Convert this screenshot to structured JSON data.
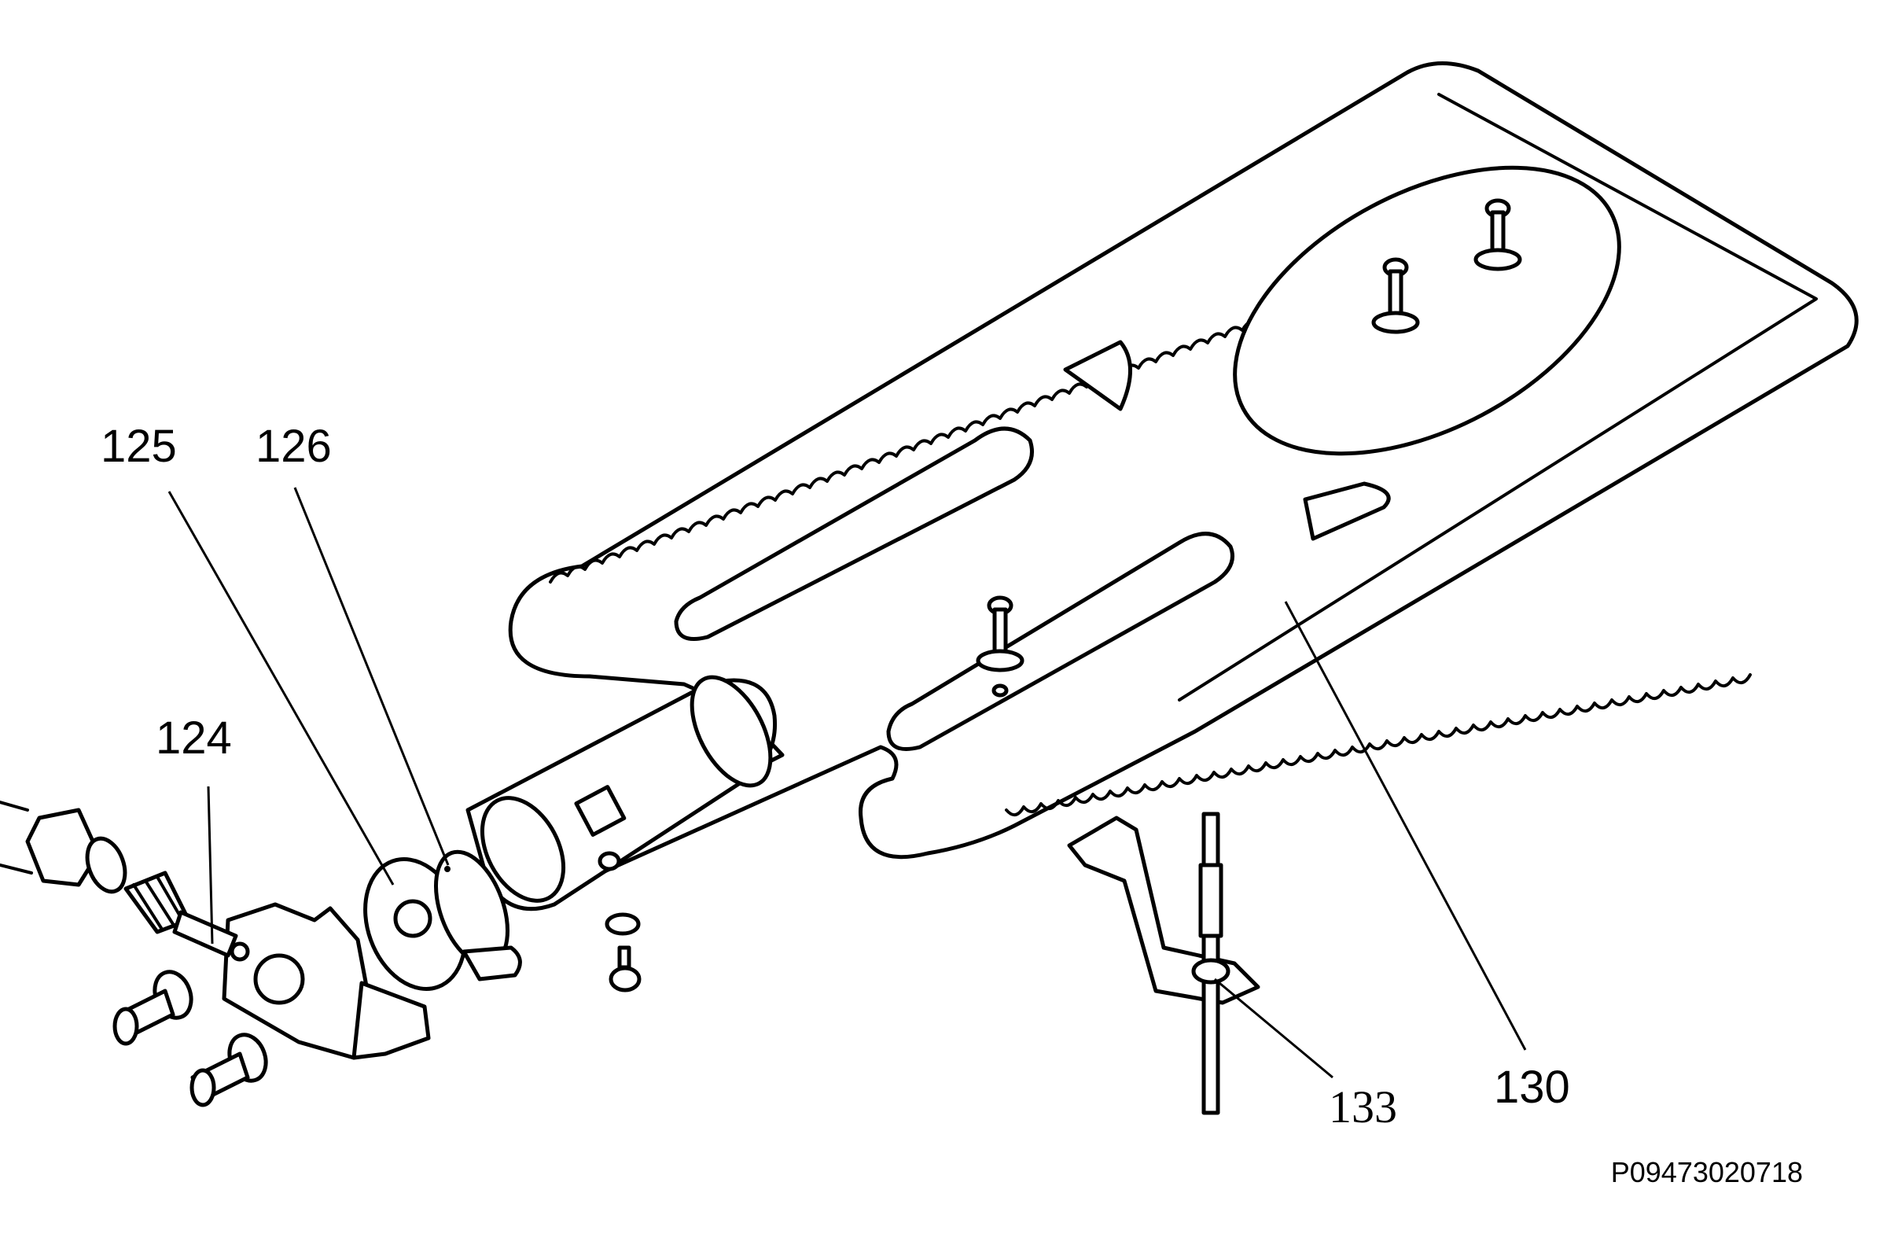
{
  "diagram": {
    "callouts": {
      "c124": "124",
      "c125": "125",
      "c126": "126",
      "c130": "130",
      "c133": "133"
    },
    "document_number": "P09473020718",
    "colors": {
      "line": "#000000",
      "paper": "#ffffff"
    }
  }
}
